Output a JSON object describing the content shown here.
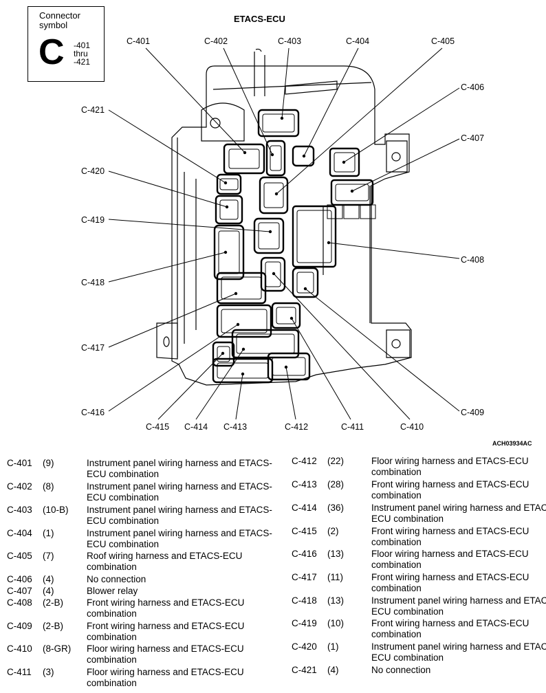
{
  "symbol": {
    "title_line1": "Connector",
    "title_line2": "symbol",
    "letter": "C",
    "range_line1": "-401",
    "range_line2": "thru",
    "range_line3": "-421"
  },
  "diagram": {
    "title": "ETACS-ECU",
    "code": "ACH03934AC",
    "labels": {
      "c401": "C-401",
      "c402": "C-402",
      "c403": "C-403",
      "c404": "C-404",
      "c405": "C-405",
      "c406": "C-406",
      "c407": "C-407",
      "c408": "C-408",
      "c409": "C-409",
      "c410": "C-410",
      "c411": "C-411",
      "c412": "C-412",
      "c413": "C-413",
      "c414": "C-414",
      "c415": "C-415",
      "c416": "C-416",
      "c417": "C-417",
      "c418": "C-418",
      "c419": "C-419",
      "c420": "C-420",
      "c421": "C-421"
    }
  },
  "connectors_left": [
    {
      "id": "C-401",
      "pins": "(9)",
      "desc": "Instrument panel wiring harness and ETACS-ECU combination"
    },
    {
      "id": "C-402",
      "pins": "(8)",
      "desc": "Instrument panel wiring harness and ETACS-ECU combination"
    },
    {
      "id": "C-403",
      "pins": "(10-B)",
      "desc": "Instrument panel wiring harness and ETACS-ECU combination"
    },
    {
      "id": "C-404",
      "pins": "(1)",
      "desc": "Instrument panel wiring harness and ETACS-ECU combination"
    },
    {
      "id": "C-405",
      "pins": "(7)",
      "desc": "Roof wiring harness and ETACS-ECU combination"
    },
    {
      "id": "C-406",
      "pins": "(4)",
      "desc": "No connection"
    },
    {
      "id": "C-407",
      "pins": "(4)",
      "desc": "Blower relay"
    },
    {
      "id": "C-408",
      "pins": "(2-B)",
      "desc": "Front wiring harness and ETACS-ECU combination"
    },
    {
      "id": "C-409",
      "pins": "(2-B)",
      "desc": "Front wiring harness and ETACS-ECU combination"
    },
    {
      "id": "C-410",
      "pins": "(8-GR)",
      "desc": "Floor wiring harness and ETACS-ECU combination"
    },
    {
      "id": "C-411",
      "pins": "(3)",
      "desc": "Floor wiring harness and ETACS-ECU combination"
    }
  ],
  "connectors_right": [
    {
      "id": "C-412",
      "pins": "(22)",
      "desc": "Floor wiring harness and ETACS-ECU combination"
    },
    {
      "id": "C-413",
      "pins": "(28)",
      "desc": "Front wiring harness and ETACS-ECU combination"
    },
    {
      "id": "C-414",
      "pins": "(36)",
      "desc": "Instrument panel wiring harness and ETACS-ECU combination"
    },
    {
      "id": "C-415",
      "pins": "(2)",
      "desc": "Front wiring harness and ETACS-ECU combination"
    },
    {
      "id": "C-416",
      "pins": "(13)",
      "desc": "Floor wiring harness and ETACS-ECU combination"
    },
    {
      "id": "C-417",
      "pins": "(11)",
      "desc": "Front wiring harness and ETACS-ECU combination"
    },
    {
      "id": "C-418",
      "pins": "(13)",
      "desc": "Instrument panel wiring harness and ETACS-ECU combination"
    },
    {
      "id": "C-419",
      "pins": "(10)",
      "desc": "Front wiring harness and ETACS-ECU combination"
    },
    {
      "id": "C-420",
      "pins": "(1)",
      "desc": "Instrument panel wiring harness and ETACS-ECU combination"
    },
    {
      "id": "C-421",
      "pins": "(4)",
      "desc": "No connection"
    }
  ]
}
